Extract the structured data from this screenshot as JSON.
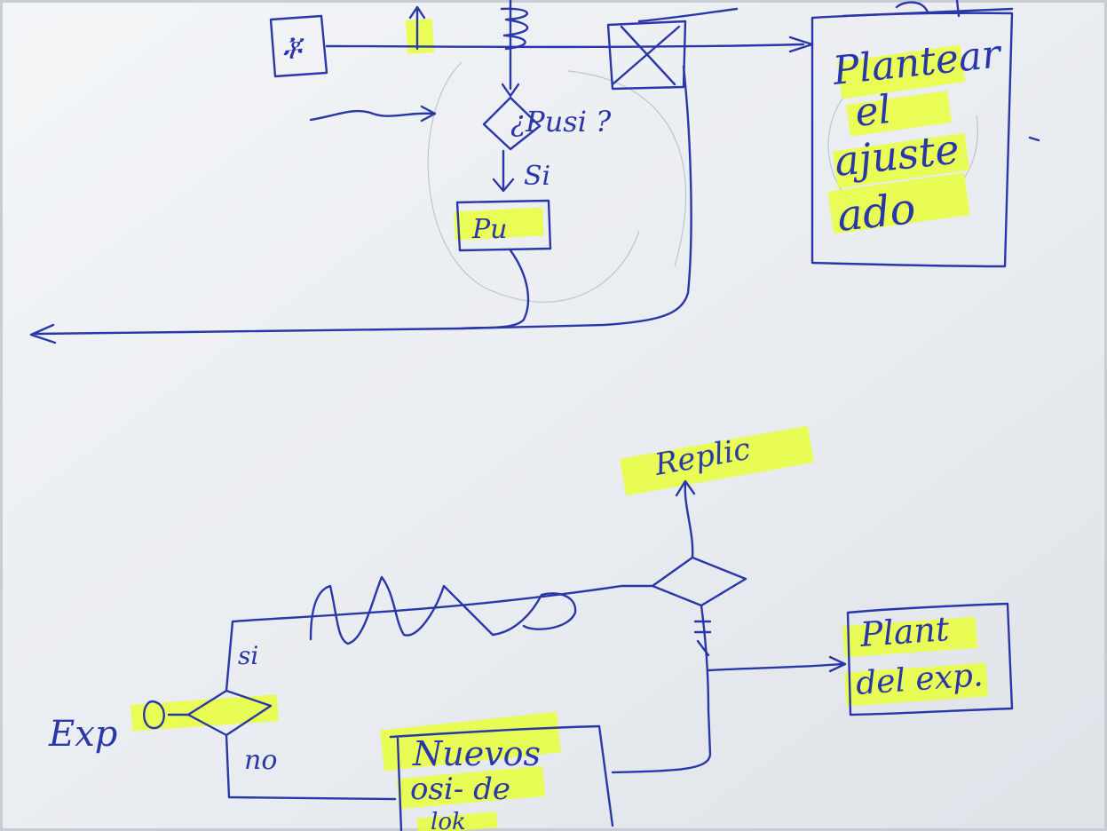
{
  "labels": {
    "top_box_symbol": "ቾ",
    "question": "¿Pusi ?",
    "yes_top": "Si",
    "box_pu": "Pu",
    "plantear": "Plantear",
    "el": "el",
    "ajuste": "ajuste",
    "ado": "ado",
    "replica": "Replic",
    "si_bottom": "si",
    "exp": "Exp",
    "no": "no",
    "nuevos": "Nuevos",
    "osi_de": "osi- de",
    "lok": "lok",
    "plant": "Plant",
    "del_exp": "del exp."
  },
  "colors": {
    "ink": "#2a37a8",
    "highlighter": "#e9ff3a",
    "paper": "#eef0f3",
    "paper_shadow": "#d3d7dc"
  }
}
